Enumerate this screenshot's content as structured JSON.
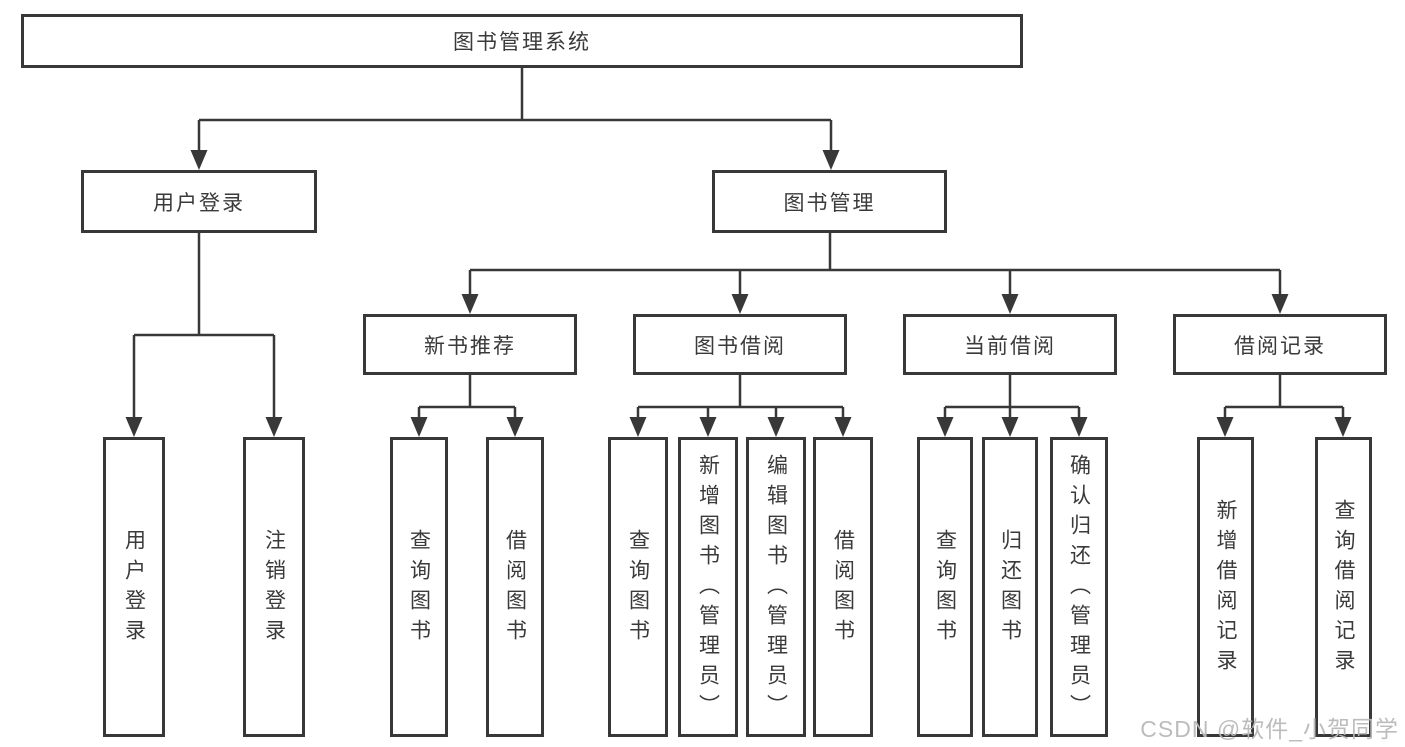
{
  "diagram": {
    "root": "图书管理系统",
    "branches": {
      "user_login": {
        "label": "用户登录",
        "children": [
          "用户登录",
          "注销登录"
        ]
      },
      "book_management": {
        "label": "图书管理",
        "children": {
          "new_book_recommend": {
            "label": "新书推荐",
            "children": [
              "查询图书",
              "借阅图书"
            ]
          },
          "book_borrow": {
            "label": "图书借阅",
            "children": [
              "查询图书",
              "新增图书（管理员）",
              "编辑图书（管理员）",
              "借阅图书"
            ]
          },
          "current_borrow": {
            "label": "当前借阅",
            "children": [
              "查询图书",
              "归还图书",
              "确认归还（管理员）"
            ]
          },
          "borrow_records": {
            "label": "借阅记录",
            "children": [
              "新增借阅记录",
              "查询借阅记录"
            ]
          }
        }
      }
    }
  },
  "watermark": "CSDN @软件_小贺同学",
  "colors": {
    "line": "#383838",
    "text": "#3a3a3a",
    "watermark": "#b9b9b9",
    "background": "#ffffff"
  }
}
